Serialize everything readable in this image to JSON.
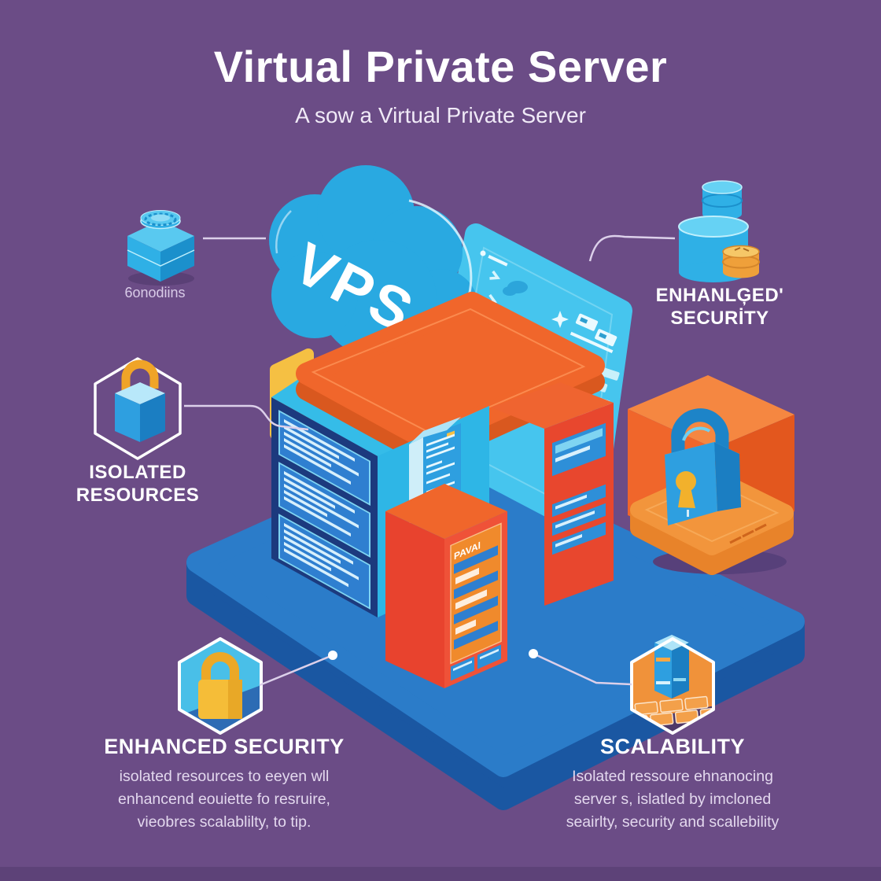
{
  "header": {
    "title": "Virtual Private Server",
    "subtitle": "A sow a Virtual Private Server"
  },
  "cloud": {
    "label": "VPS"
  },
  "illustration": {
    "front_tower_panel_text": "PAVAl"
  },
  "callouts": {
    "provisioning": {
      "label": "6onodiins"
    },
    "enhanced_security_top": {
      "label_line1": "ENHANLĢED'",
      "label_line2": "SECURİTY"
    },
    "isolated_resources": {
      "label_line1": "ISOLATED",
      "label_line2": "RESOURCES"
    },
    "enhanced_security_bottom": {
      "heading": "ENHANCED SECURITY",
      "caption_lines": [
        "isolated resources to eeyen wll",
        "enhancend eouiette fo resruire,",
        "vieobres scalablilty, to tip."
      ]
    },
    "scalability": {
      "heading": "SCALABILITY",
      "caption_lines": [
        "Isolated ressoure ehnanocing",
        "server s, islatled by imcloned",
        "seairlty, security and scallebility"
      ]
    }
  },
  "colors": {
    "background": "#6b4c86",
    "cloud_blue": "#29a9e1",
    "bright_cyan": "#35bce8",
    "platform_blue": "#2b7cc9",
    "platform_side": "#1a57a2",
    "navy": "#1c3a7e",
    "orange": "#f0662b",
    "red": "#e8472e",
    "yellow": "#f5bd38",
    "coin_orange": "#efa03a",
    "caption_text": "#e3d8ee",
    "white": "#ffffff"
  }
}
